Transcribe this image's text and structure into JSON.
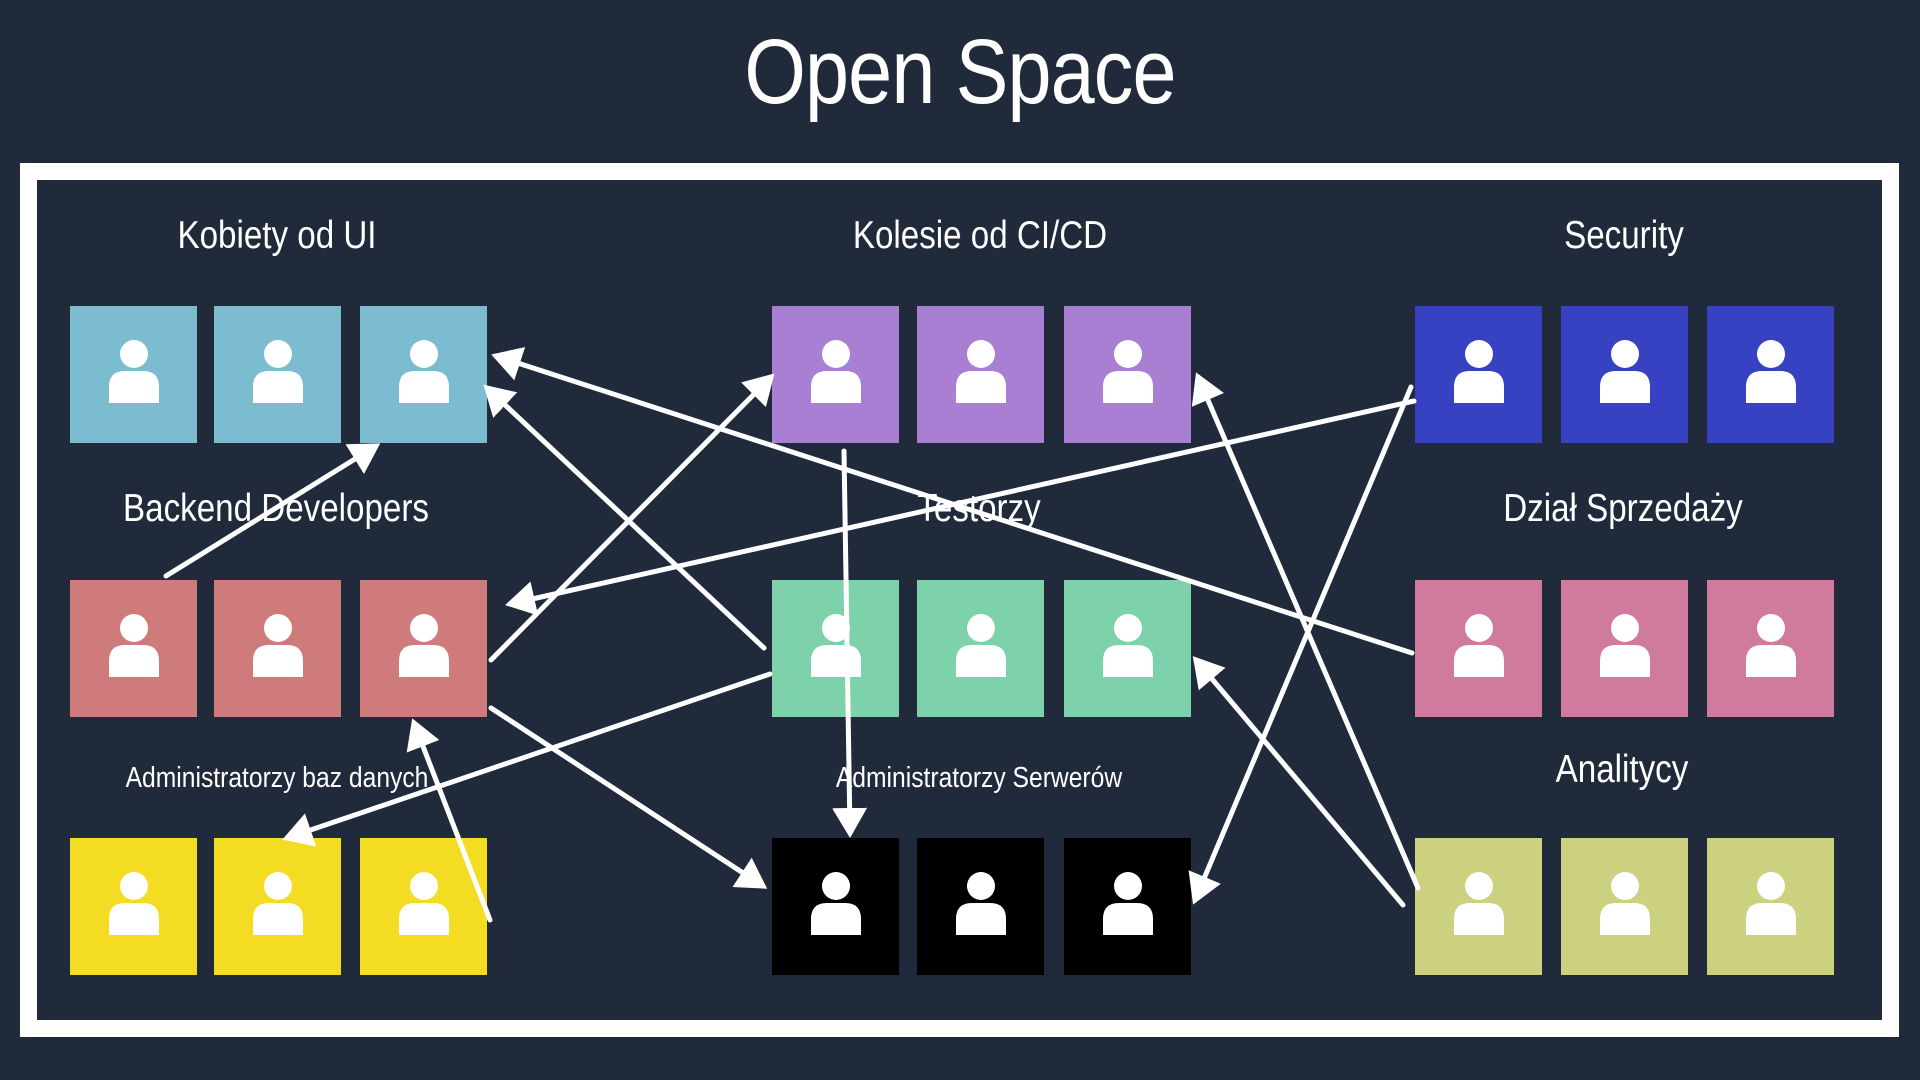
{
  "title": "Open Space",
  "icons": {
    "person": "person-icon"
  },
  "groups": [
    {
      "id": "ui",
      "label": "Kobiety od UI",
      "color": "#7bbcd1"
    },
    {
      "id": "cicd",
      "label": "Kolesie od CI/CD",
      "color": "#a87fd3"
    },
    {
      "id": "security",
      "label": "Security",
      "color": "#3642c2"
    },
    {
      "id": "backend",
      "label": "Backend Developers",
      "color": "#cf7b7b"
    },
    {
      "id": "testers",
      "label": "Testorzy",
      "color": "#7dd1ab"
    },
    {
      "id": "sales",
      "label": "Dział Sprzedaży",
      "color": "#d07b9e"
    },
    {
      "id": "dba",
      "label": "Administratorzy baz danych",
      "color": "#f4dc22"
    },
    {
      "id": "sysadmins",
      "label": "Administratorzy Serwerów",
      "color": "#000000"
    },
    {
      "id": "analysts",
      "label": "Analitycy",
      "color": "#cbd17e"
    }
  ]
}
